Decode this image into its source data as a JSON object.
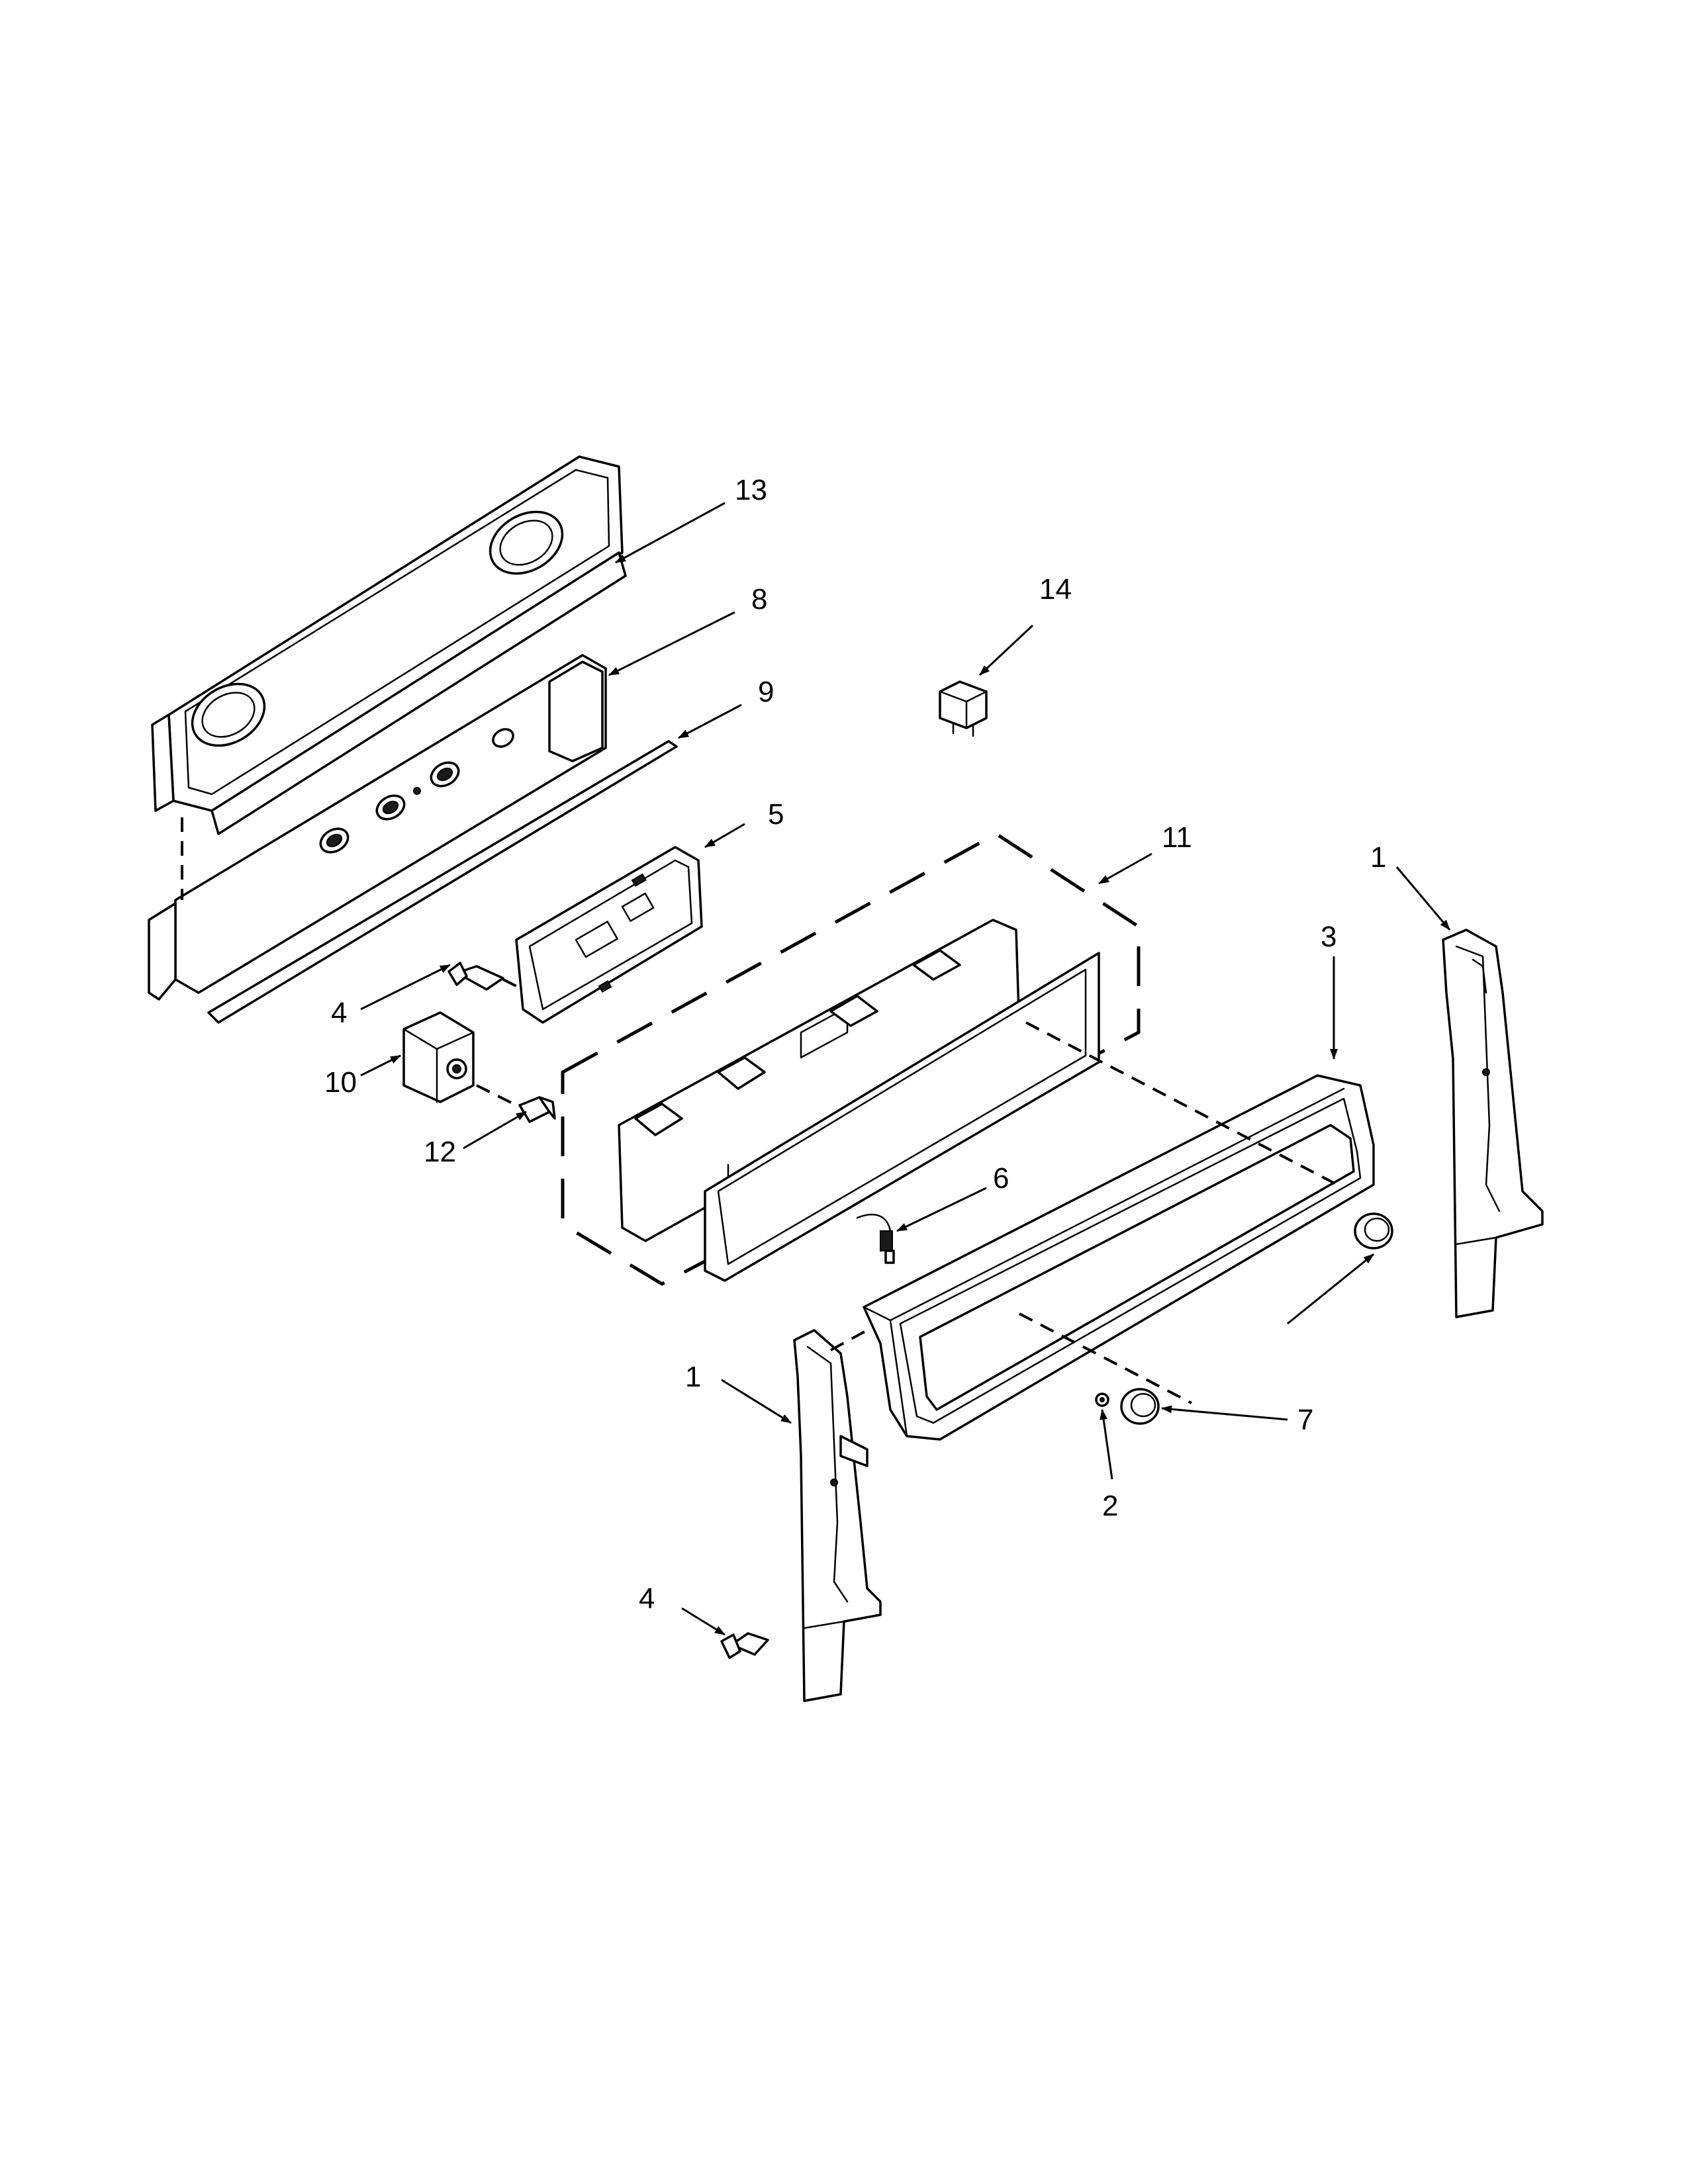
{
  "diagram": {
    "callouts": [
      {
        "id": "c13",
        "label": "13"
      },
      {
        "id": "c8",
        "label": "8"
      },
      {
        "id": "c9",
        "label": "9"
      },
      {
        "id": "c14",
        "label": "14"
      },
      {
        "id": "c5",
        "label": "5"
      },
      {
        "id": "c11",
        "label": "11"
      },
      {
        "id": "c1a",
        "label": "1"
      },
      {
        "id": "c3",
        "label": "3"
      },
      {
        "id": "c4a",
        "label": "4"
      },
      {
        "id": "c10",
        "label": "10"
      },
      {
        "id": "c12",
        "label": "12"
      },
      {
        "id": "c6",
        "label": "6"
      },
      {
        "id": "c1b",
        "label": "1"
      },
      {
        "id": "c7",
        "label": "7"
      },
      {
        "id": "c2",
        "label": "2"
      },
      {
        "id": "c4b",
        "label": "4"
      }
    ]
  }
}
